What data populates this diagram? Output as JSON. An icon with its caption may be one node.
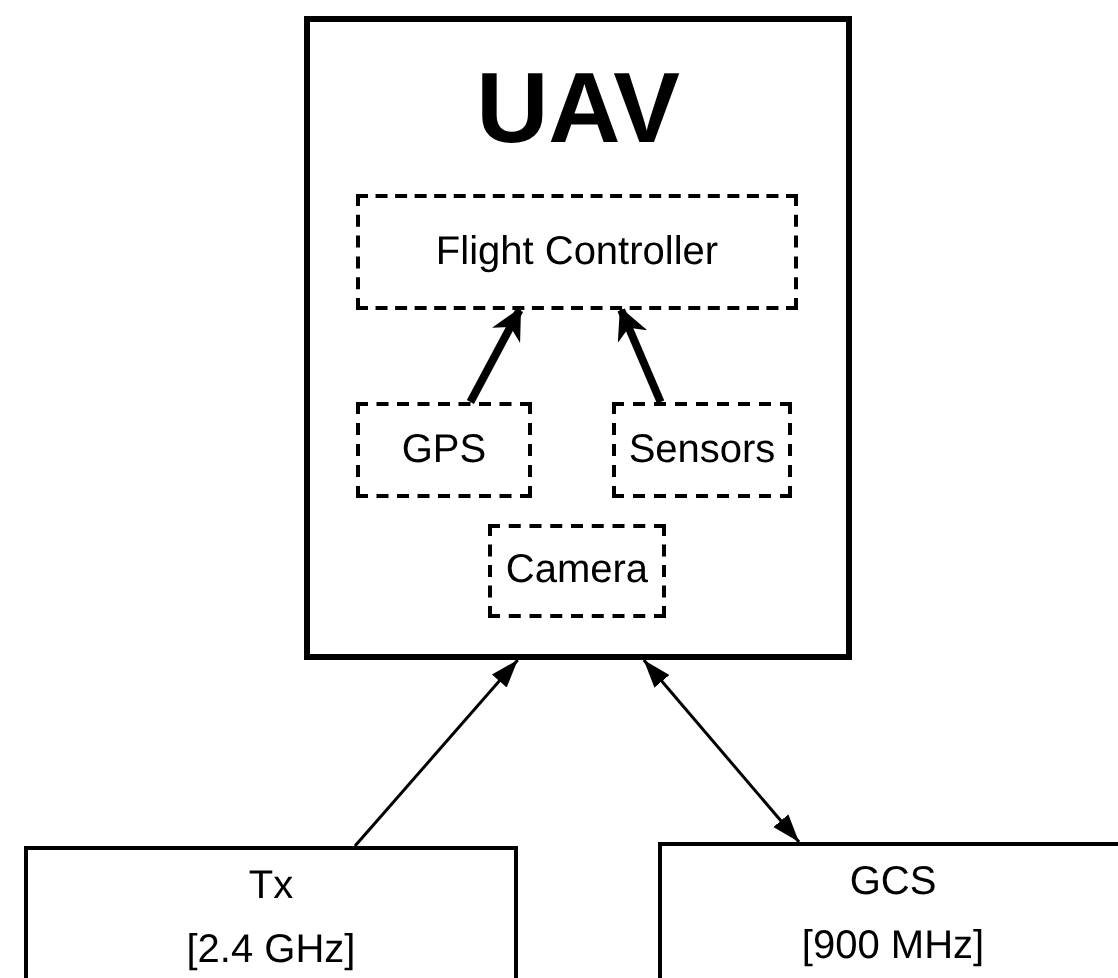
{
  "diagram": {
    "nodes": [
      {
        "text": [
          "UAV"
        ]
      },
      {
        "text": [
          "Flight Controller"
        ],
        "in": 0
      },
      {
        "text": [
          "GPS"
        ],
        "in": 0
      },
      {
        "text": [
          "Sensors"
        ],
        "in": 0
      },
      {
        "text": [
          "Camera"
        ],
        "in": 0
      },
      {
        "text": [
          "Tx",
          "[2.4 GHz]"
        ]
      },
      {
        "text": [
          "GCS",
          "[900 MHz]"
        ]
      }
    ],
    "edges": [
      {
        "from": 2,
        "to": 1,
        "arrow": "to",
        "style": "thick"
      },
      {
        "from": 3,
        "to": 1,
        "arrow": "to",
        "style": "thick"
      },
      {
        "from": 5,
        "to": 0,
        "arrow": "to"
      },
      {
        "from": 6,
        "to": 0,
        "arrow": "both"
      }
    ]
  }
}
